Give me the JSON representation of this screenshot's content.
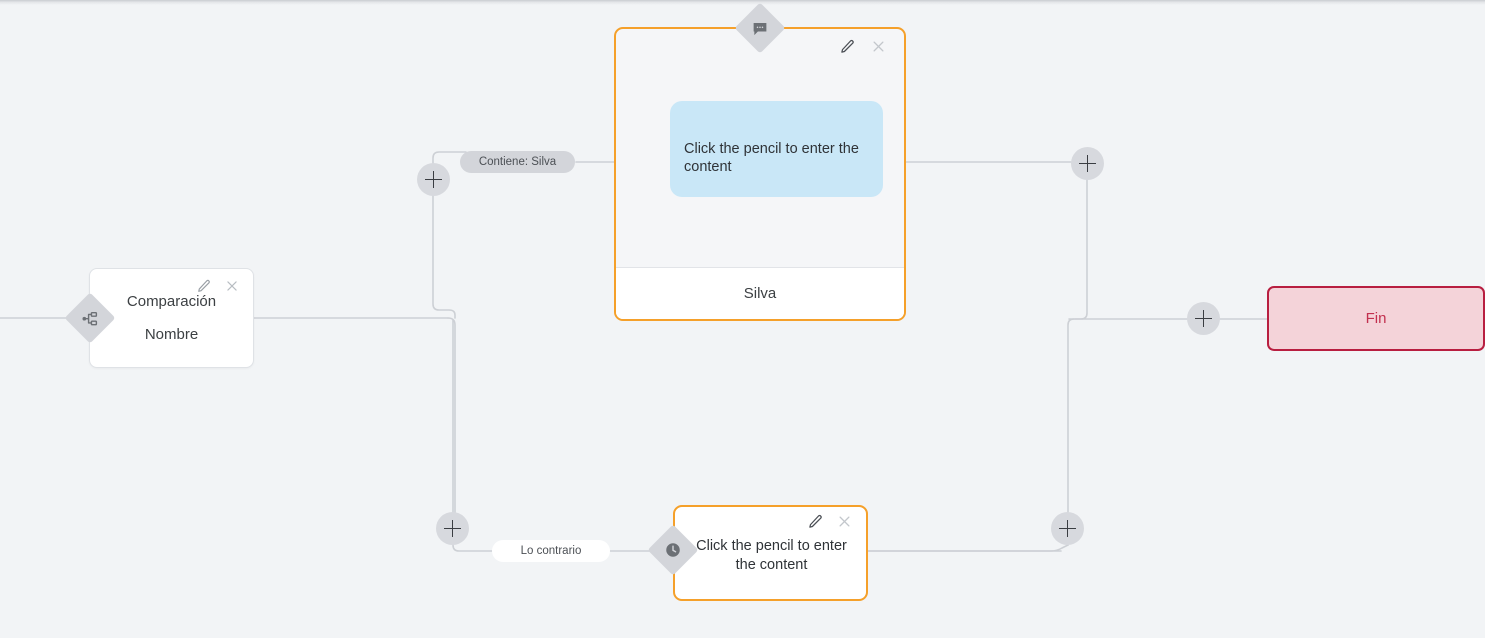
{
  "app": {
    "canvas_background": "#f2f4f6",
    "accent_orange": "#f5a02a",
    "accent_red": "#b81e40",
    "bubble_blue": "#c9e7f7"
  },
  "nodes": {
    "comparacion": {
      "title": "Comparación",
      "subtitle": "Nombre",
      "icon": "branch-icon",
      "edit_icon": "pencil-icon",
      "close_icon": "close-icon"
    },
    "chat": {
      "icon": "chat-bubble-icon",
      "bubble_text": "Click the pencil to enter the content",
      "footer_label": "Silva",
      "edit_icon": "pencil-icon",
      "close_icon": "close-icon"
    },
    "timer": {
      "icon": "clock-icon",
      "text": "Click the pencil to enter the content",
      "edit_icon": "pencil-icon",
      "close_icon": "close-icon"
    },
    "fin": {
      "label": "Fin"
    }
  },
  "edge_labels": {
    "contiene": "Contiene: Silva",
    "contrario": "Lo contrario"
  },
  "buttons": {
    "add_top_left": "+",
    "add_bottom_left": "+",
    "add_top_right": "+",
    "add_bottom_right": "+",
    "add_fin": "+"
  }
}
